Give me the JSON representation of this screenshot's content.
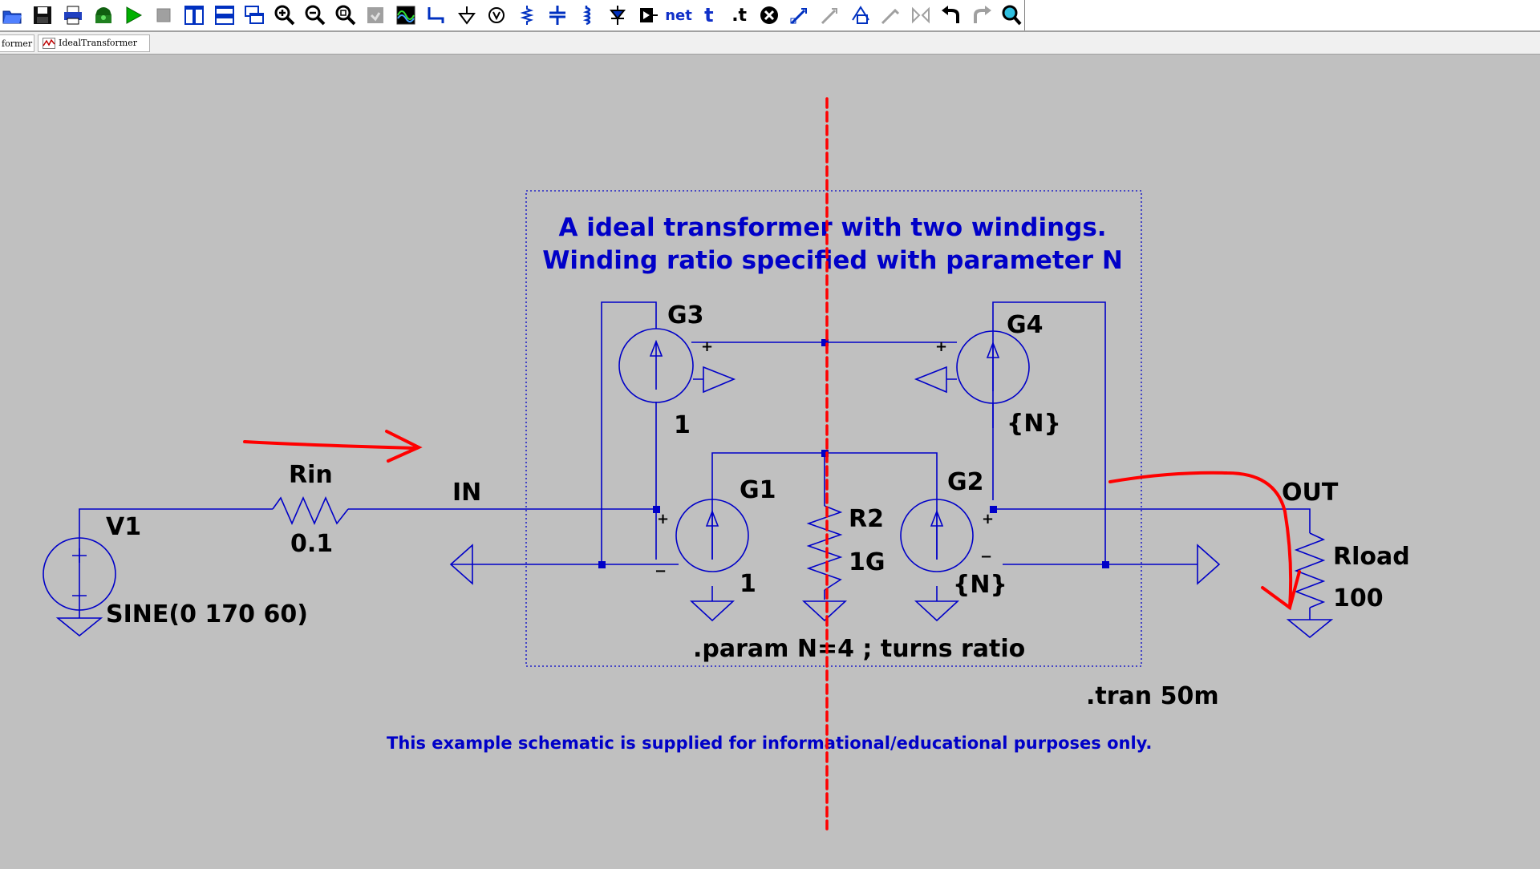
{
  "tabs": [
    {
      "label": "former"
    },
    {
      "label": "IdealTransformer"
    }
  ],
  "toolbar": {
    "net_label": "net",
    "text_label": "t",
    "spice_label": ".t"
  },
  "schematic": {
    "title_line1": "A ideal transformer with two windings.",
    "title_line2": "Winding ratio specified with parameter N",
    "param_directive": ".param N=4 ; turns ratio",
    "tran_directive": ".tran 50m",
    "disclaimer": "This example schematic is supplied for informational/educational purposes only.",
    "net_in": "IN",
    "net_out": "OUT",
    "v1_name": "V1",
    "v1_value": "SINE(0 170 60)",
    "rin_name": "Rin",
    "rin_value": "0.1",
    "r2_name": "R2",
    "r2_value": "1G",
    "rload_name": "Rload",
    "rload_value": "100",
    "g1_name": "G1",
    "g1_value": "1",
    "g2_name": "G2",
    "g2_value": "{N}",
    "g3_name": "G3",
    "g3_value": "1",
    "g4_name": "G4",
    "g4_value": "{N}",
    "plus": "+",
    "minus": "−"
  },
  "colors": {
    "wire": "#0000c8",
    "component": "#0000c8",
    "annotation": "#ff0000",
    "background": "#c0c0c0"
  }
}
